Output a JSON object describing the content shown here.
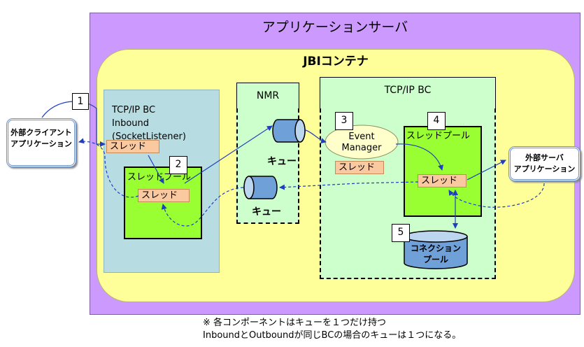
{
  "app_server": {
    "title": "アプリケーションサーバ"
  },
  "jbi_container": {
    "title": "JBIコンテナ"
  },
  "inbound_bc": {
    "label": "TCP/IP BC\nInbound\n(SocketListener)",
    "thread_label": "スレッド",
    "pool_label": "スレッドプール",
    "pool_thread_label": "スレッド"
  },
  "nmr": {
    "title": "NMR",
    "queue1_label": "キュー",
    "queue2_label": "キュー"
  },
  "outbound_bc": {
    "title": "TCP/IP BC",
    "event_manager": "Event\nManager",
    "event_thread_label": "スレッド",
    "pool_label": "スレッドプール",
    "pool_thread_label": "スレッド",
    "connection_pool": "コネクション\nプール"
  },
  "external_client": {
    "label": "外部クライアント\nアプリケーション"
  },
  "external_server": {
    "label": "外部サーバ\nアプリケーション"
  },
  "numbers": [
    "1",
    "2",
    "3",
    "4",
    "5"
  ],
  "note": {
    "line1": "※ 各コンポーネントはキューを１つだけ持つ",
    "line2": "InboundとOutboundが同じBCの場合のキューは１つになる。"
  },
  "colors": {
    "app_server": "#cc99ff",
    "jbi_container": "#ffff99",
    "inbound_bc": "#b7dde3",
    "bc_green": "#ccffcc",
    "thread_pool": "#99ff33",
    "thread": "#fbc9a0",
    "queue": "#6fa0d8",
    "arrow": "#1f3fbf"
  }
}
